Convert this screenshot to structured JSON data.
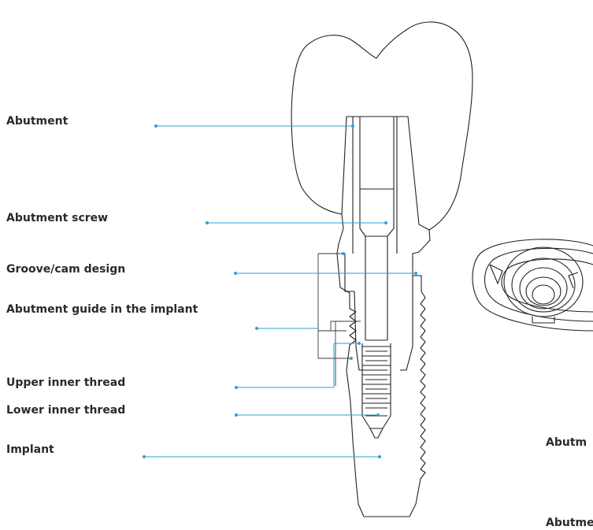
{
  "labels": {
    "abutment": "Abutment",
    "abutment_screw": "Abutment screw",
    "groove_cam": "Groove/cam design",
    "abutment_guide": "Abutment guide in the implant",
    "upper_thread": "Upper inner thread",
    "lower_thread": "Lower inner thread",
    "implant": "Implant",
    "right_partial_1": "Abutm",
    "right_partial_2": "Abutme"
  },
  "colors": {
    "leader": "#2e9fd6",
    "outline": "#222222",
    "text": "#2a2a2a"
  }
}
